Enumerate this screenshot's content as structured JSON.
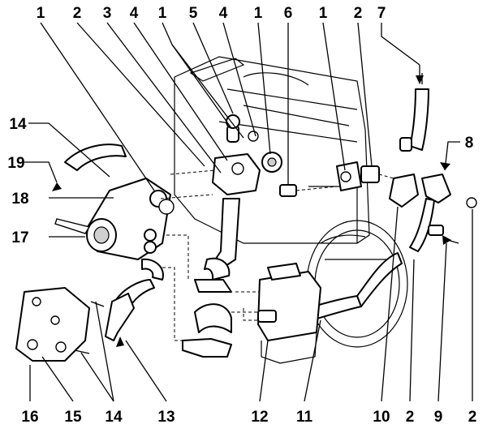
{
  "callouts": {
    "top": [
      "1",
      "2",
      "3",
      "4",
      "1",
      "5",
      "4",
      "1",
      "6",
      "1",
      "2",
      "7"
    ],
    "left": [
      "14",
      "19",
      "18",
      "17"
    ],
    "right": [
      "8"
    ],
    "bottom": [
      "16",
      "15",
      "14",
      "13",
      "12",
      "11",
      "10",
      "2",
      "9",
      "2"
    ]
  }
}
